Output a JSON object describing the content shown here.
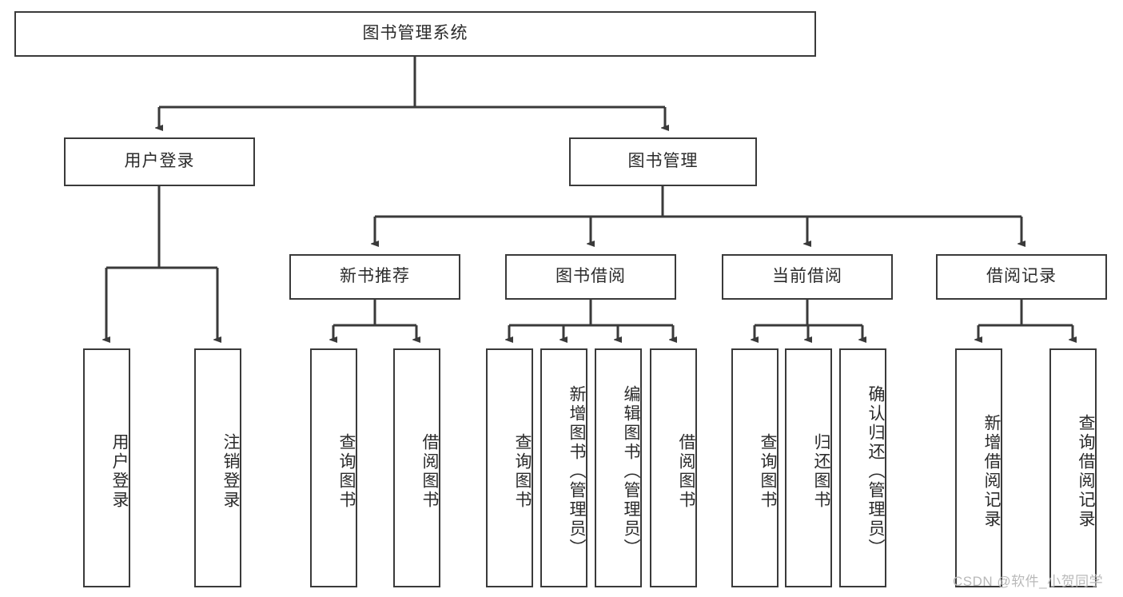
{
  "diagram": {
    "type": "tree-hierarchy-chart",
    "title": "图书管理系统",
    "stroke_color": "#3a3a3a",
    "fill_color": "#ffffff",
    "text_color": "#2b2b2b",
    "root": {
      "label": "图书管理系统"
    },
    "level2": [
      {
        "label": "用户登录"
      },
      {
        "label": "图书管理"
      }
    ],
    "level3": [
      {
        "label": "新书推荐"
      },
      {
        "label": "图书借阅"
      },
      {
        "label": "当前借阅"
      },
      {
        "label": "借阅记录"
      }
    ],
    "leaves": {
      "user_login": [
        {
          "label": "用户登录"
        },
        {
          "label": "注销登录"
        }
      ],
      "new_book_recommend": [
        {
          "label": "查询图书"
        },
        {
          "label": "借阅图书"
        }
      ],
      "book_borrow": [
        {
          "label": "查询图书"
        },
        {
          "label": "新增图书（管理员）"
        },
        {
          "label": "编辑图书（管理员）"
        },
        {
          "label": "借阅图书"
        }
      ],
      "current_borrow": [
        {
          "label": "查询图书"
        },
        {
          "label": "归还图书"
        },
        {
          "label": "确认归还（管理员）"
        }
      ],
      "borrow_record": [
        {
          "label": "新增借阅记录"
        },
        {
          "label": "查询借阅记录"
        }
      ]
    }
  },
  "watermark": {
    "text": "CSDN @软件_小贺同学"
  }
}
